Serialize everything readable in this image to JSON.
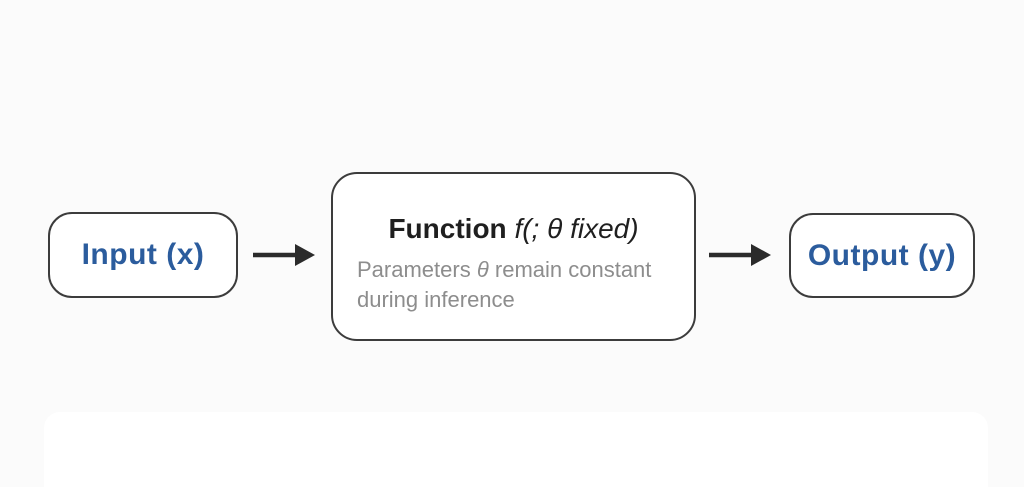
{
  "colors": {
    "page-bg": "#fbfbfb",
    "panel-bg": "#ffffff",
    "node-bg": "#ffffff",
    "border": "#3c3c3c",
    "accent-blue": "#2b5c9d",
    "title-text": "#1f1f1f",
    "subtitle-text": "#8d8d8d",
    "arrow": "#2b2b2b"
  },
  "diagram": {
    "input_label": "Input (x)",
    "function_title_prefix": "Function ",
    "function_title_math": "f(; θ fixed)",
    "function_subtitle_before": "Parameters ",
    "function_subtitle_theta": "θ",
    "function_subtitle_after": " remain constant during inference",
    "output_label": "Output (y)"
  }
}
